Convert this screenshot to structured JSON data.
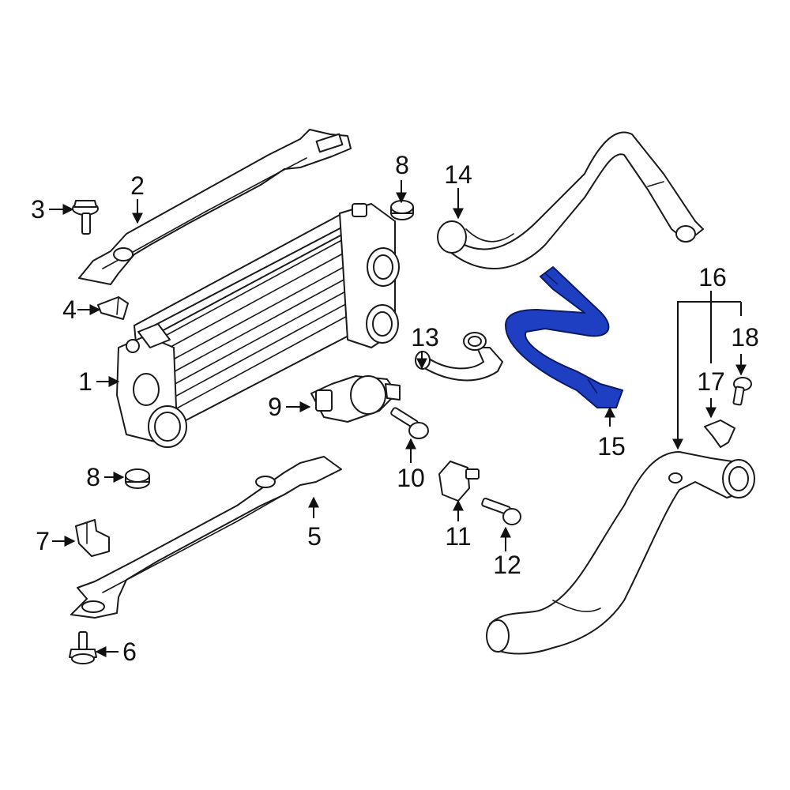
{
  "diagram": {
    "highlight_color": "#1f3fc2",
    "line_color": "#1a1a1a",
    "callouts": {
      "c1": "1",
      "c2": "2",
      "c3": "3",
      "c4": "4",
      "c5": "5",
      "c6": "6",
      "c7": "7",
      "c8a": "8",
      "c8b": "8",
      "c9": "9",
      "c10": "10",
      "c11": "11",
      "c12": "12",
      "c13": "13",
      "c14": "14",
      "c15": "15",
      "c16": "16",
      "c17": "17",
      "c18": "18"
    }
  }
}
